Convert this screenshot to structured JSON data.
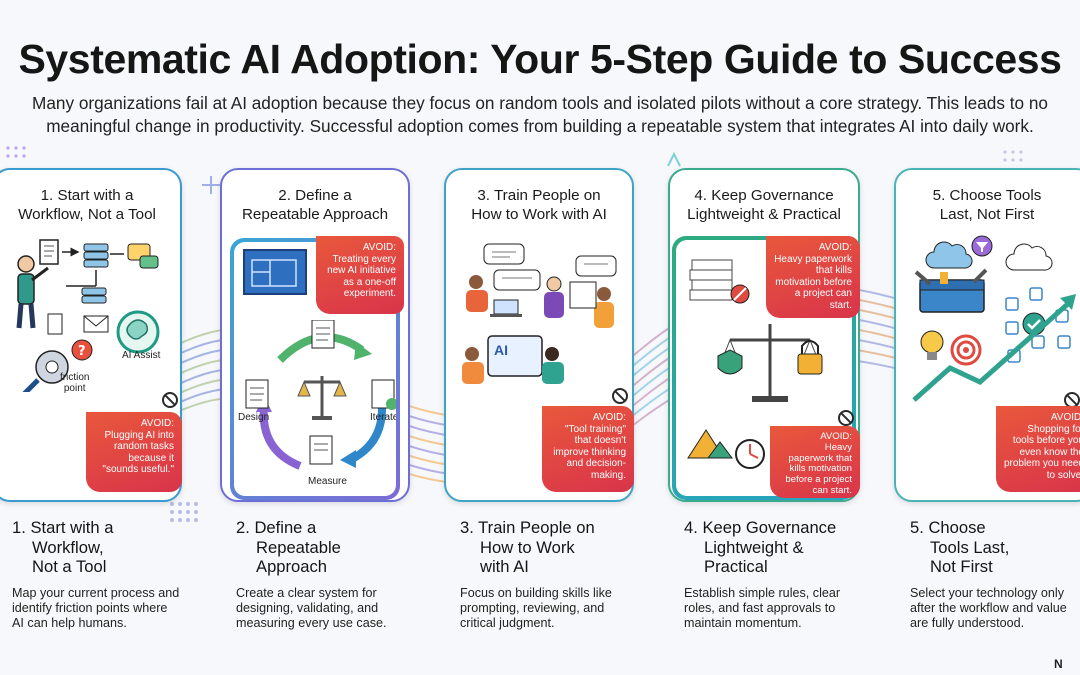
{
  "title": "Systematic AI Adoption: Your 5-Step Guide to Success",
  "intro": [
    "Many organizations fail at AI adoption because they focus on random tools and isolated pilots without a core strategy. This leads to no",
    "meaningful change in productivity. Successful adoption comes from building a repeatable system that integrates AI into daily work."
  ],
  "colors": {
    "avoid": "#e04a40",
    "card_border_1": "#3a9bd0",
    "card_border_2": "#6d6fd6",
    "card_border_4": "#3aaa8e",
    "wave_blue": "#3a9bd0",
    "wave_purple": "#8a63d2",
    "wave_orange": "#f08a3c"
  },
  "steps": [
    {
      "card_title": [
        "1. Start with a",
        "Workflow, Not a Tool"
      ],
      "labels": {
        "ai_assist": "AI Assist",
        "friction": [
          "friction",
          "point"
        ]
      },
      "icons": [
        "person-icon",
        "document-icon",
        "server-icon",
        "chat-icon",
        "mail-icon",
        "brain-icon",
        "gear-question-icon",
        "magnifier-icon"
      ],
      "avoid": {
        "heading": "AVOID:",
        "lines": [
          "Plugging AI into",
          "random tasks",
          "because it",
          "\"sounds useful.\""
        ]
      },
      "heading": [
        "1. Start with a",
        "Workflow,",
        "Not a Tool"
      ],
      "body": [
        "Map your current process and",
        "identify friction points where",
        "AI can help humans."
      ]
    },
    {
      "card_title": [
        "2. Define a",
        "Repeatable Approach"
      ],
      "labels": {
        "design": "Design",
        "iterate": "Iterate",
        "measure": "Measure"
      },
      "icons": [
        "blueprint-icon",
        "checklist-icon",
        "balance-scale-icon",
        "cycle-arrows-icon"
      ],
      "avoid": {
        "heading": "AVOID:",
        "lines": [
          "Treating every",
          "new AI initiative",
          "as a one-off",
          "experiment."
        ]
      },
      "heading": [
        "2. Define a",
        "Repeatable",
        "Approach"
      ],
      "body": [
        "Create a clear system for",
        "designing, validating, and",
        "measuring every use case."
      ]
    },
    {
      "card_title": [
        "3. Train People on",
        "How to Work with AI"
      ],
      "labels": {
        "ai_screen": "AI"
      },
      "icons": [
        "team-icon",
        "speech-bubble-icon",
        "laptop-icon",
        "whiteboard-icon"
      ],
      "avoid": {
        "heading": "AVOID:",
        "lines": [
          "\"Tool training\"",
          "that doesn't",
          "improve thinking",
          "and decision-",
          "making."
        ]
      },
      "heading": [
        "3. Train People on",
        "How to Work",
        "with AI"
      ],
      "body": [
        "Focus on building skills like",
        "prompting, reviewing, and",
        "critical judgment."
      ]
    },
    {
      "card_title": [
        "4. Keep Governance",
        "Lightweight & Practical"
      ],
      "icons": [
        "paper-stack-icon",
        "no-entry-icon",
        "balance-scale-icon",
        "shield-icon",
        "lock-icon",
        "mountain-icon",
        "stopwatch-icon"
      ],
      "avoid_top": {
        "heading": "AVOID:",
        "lines": [
          "Heavy paperwork",
          "that kills",
          "motivation before",
          "a project can",
          "start."
        ]
      },
      "avoid": {
        "heading": "AVOID:",
        "lines": [
          "Heavy",
          "paperwork that",
          "kills motivation",
          "before a project",
          "can start."
        ]
      },
      "heading": [
        "4. Keep Governance",
        "Lightweight &",
        "Practical"
      ],
      "body": [
        "Establish simple rules, clear",
        "roles, and fast approvals to",
        "maintain momentum."
      ]
    },
    {
      "card_title": [
        "5. Choose Tools",
        "Last, Not First"
      ],
      "icons": [
        "cloud-icon",
        "filter-icon",
        "toolbox-icon",
        "lightbulb-icon",
        "target-icon",
        "check-circle-icon",
        "growth-arrow-icon"
      ],
      "avoid": {
        "heading": "AVOID:",
        "lines": [
          "Shopping for",
          "tools before you",
          "even know the",
          "problem you need",
          "to solve."
        ]
      },
      "heading": [
        "5. Choose",
        "Tools Last,",
        "Not First"
      ],
      "body": [
        "Select your technology only",
        "after the workflow and value",
        "are fully understood."
      ]
    }
  ],
  "logo": "N"
}
